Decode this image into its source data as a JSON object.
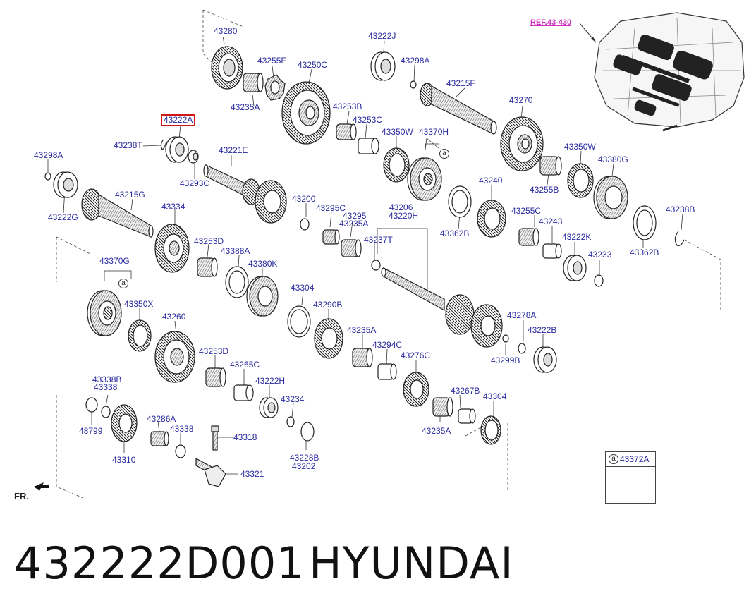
{
  "ref_label": "REF.43-430",
  "front_label": "FR.",
  "legend": {
    "marker": "a",
    "part": "43372A"
  },
  "callout_marker": "a",
  "part_number": "432222D001",
  "brand": "HYUNDAI",
  "labels": {
    "l43280": "43280",
    "l43255F": "43255F",
    "l43250C": "43250C",
    "l43235A_1": "43235A",
    "l43222J": "43222J",
    "l43298A_1": "43298A",
    "l43215F": "43215F",
    "l43222A": "43222A",
    "l43253B": "43253B",
    "l43253C": "43253C",
    "l43270": "43270",
    "l43238T": "43238T",
    "l43350W_1": "43350W",
    "l43370H": "43370H",
    "l43298A_2": "43298A",
    "l43221E": "43221E",
    "l43293C": "43293C",
    "l43350W_2": "43350W",
    "l43380G": "43380G",
    "l43215G": "43215G",
    "l43240": "43240",
    "l43222G": "43222G",
    "l43200": "43200",
    "l43295C": "43295C",
    "l43206": "43206",
    "l43334": "43334",
    "l43295": "43295",
    "l43220H": "43220H",
    "l43255B_1": "43255B",
    "l43238B": "43238B",
    "l43235A_2": "43235A",
    "l43255C": "43255C",
    "l43253D_1": "43253D",
    "l43243": "43243",
    "l43362B_1": "43362B",
    "l43362B_2": "43362B",
    "l43237T": "43237T",
    "l43222K": "43222K",
    "l43388A": "43388A",
    "l43370G": "43370G",
    "l43233": "43233",
    "l43380K": "43380K",
    "l43304_1": "43304",
    "l43350X": "43350X",
    "l43290B": "43290B",
    "l43278A": "43278A",
    "l43260": "43260",
    "l43235A_3": "43235A",
    "l43222B": "43222B",
    "l43294C": "43294C",
    "l43253D_2": "43253D",
    "l43299B": "43299B",
    "l43276C": "43276C",
    "l43265C": "43265C",
    "l43338B": "43338B",
    "l43338_1": "43338",
    "l43222H": "43222H",
    "l43267B": "43267B",
    "l43304_2": "43304",
    "l43234": "43234",
    "l43286A": "43286A",
    "l48799": "48799",
    "l43338_2": "43338",
    "l43235A_4": "43235A",
    "l43318": "43318",
    "l43228B": "43228B",
    "l43202": "43202",
    "l43310": "43310",
    "l43321": "43321"
  }
}
